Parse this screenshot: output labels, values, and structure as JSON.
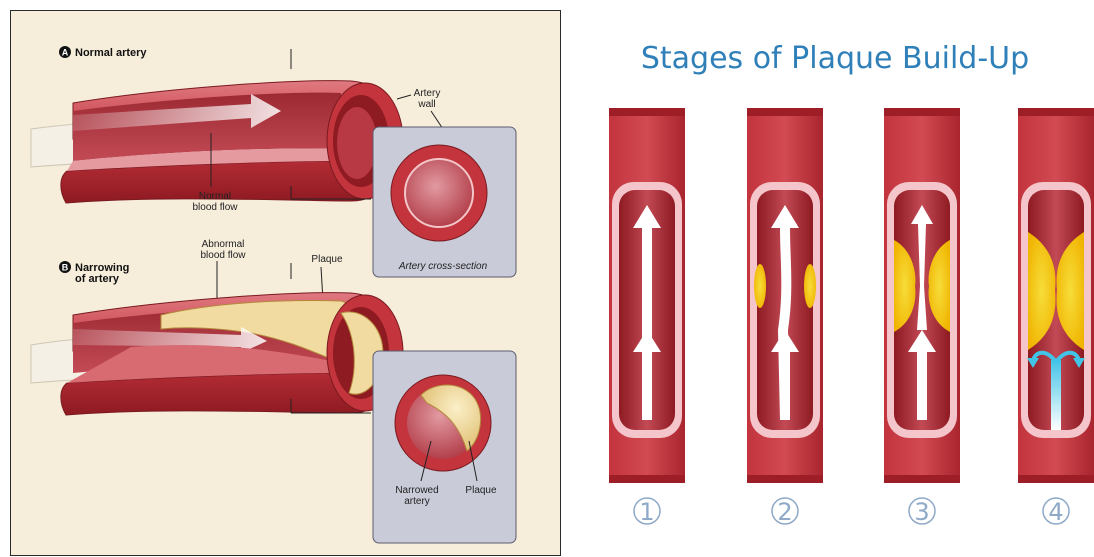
{
  "left_diagram": {
    "section_a": {
      "letter": "A",
      "title": "Normal artery"
    },
    "section_b": {
      "letter": "B",
      "title_line1": "Narrowing",
      "title_line2": "of artery"
    },
    "labels": {
      "artery_wall_1": "Artery",
      "artery_wall_2": "wall",
      "normal_flow_1": "Normal",
      "normal_flow_2": "blood flow",
      "abnormal_flow_1": "Abnormal",
      "abnormal_flow_2": "blood flow",
      "plaque_top": "Plaque",
      "cross_section": "Artery cross-section",
      "narrowed_1": "Narrowed",
      "narrowed_2": "artery",
      "plaque_bottom": "Plaque"
    }
  },
  "right_diagram": {
    "title": "Stages of Plaque Build-Up",
    "stages": [
      "1",
      "2",
      "3",
      "4"
    ]
  },
  "colors": {
    "artery_red": "#c3343d",
    "artery_dark": "#8e1a22",
    "plaque_yellow": "#f3c316",
    "plaque_cream": "#f2dba0",
    "title_blue": "#2f7fb8",
    "flow_blue": "#41c4e6"
  }
}
